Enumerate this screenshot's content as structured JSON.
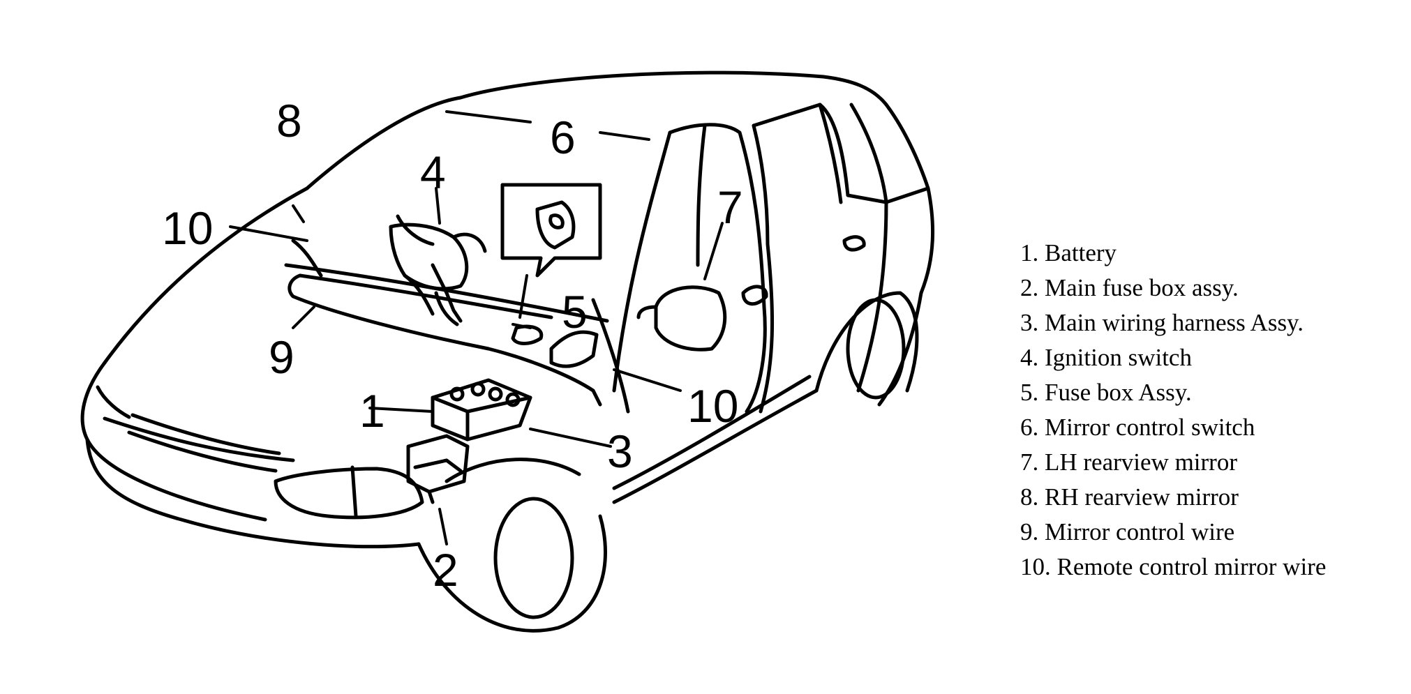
{
  "callouts": {
    "c1": "1",
    "c2": "2",
    "c3": "3",
    "c4": "4",
    "c5": "5",
    "c6": "6",
    "c7": "7",
    "c8": "8",
    "c9": "9",
    "c10a": "10",
    "c10b": "10"
  },
  "legend": [
    {
      "num": "1.",
      "text": "Battery"
    },
    {
      "num": "2.",
      "text": "Main fuse box assy."
    },
    {
      "num": "3.",
      "text": "Main wiring harness Assy."
    },
    {
      "num": "4.",
      "text": "Ignition switch"
    },
    {
      "num": "5.",
      "text": "Fuse box Assy."
    },
    {
      "num": "6.",
      "text": "Mirror control switch"
    },
    {
      "num": "7.",
      "text": "LH rearview mirror"
    },
    {
      "num": "8.",
      "text": "RH rearview mirror"
    },
    {
      "num": "9.",
      "text": "Mirror control wire"
    },
    {
      "num": "10.",
      "text": "Remote control mirror wire"
    }
  ]
}
